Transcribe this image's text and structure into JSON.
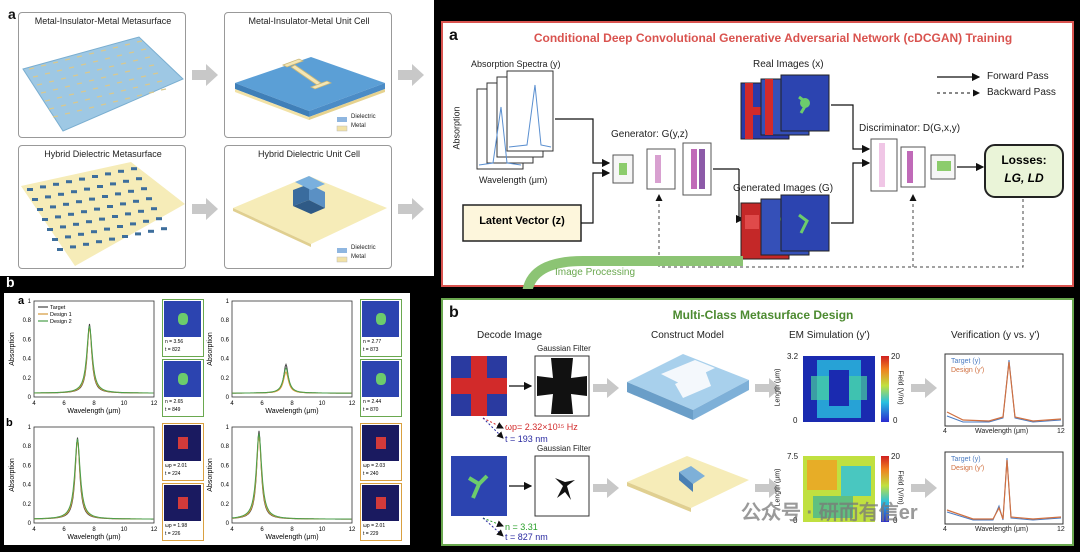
{
  "left_top": {
    "label": "a",
    "mim_surface": "Metal-Insulator-Metal Metasurface",
    "mim_cell": "Metal-Insulator-Metal Unit Cell",
    "hd_surface": "Hybrid Dielectric Metasurface",
    "hd_cell": "Hybrid Dielectric Unit Cell",
    "legend_dielectric": "Dielectric",
    "legend_metal": "Metal"
  },
  "left_bottom": {
    "label": "b",
    "sub_a": "a",
    "sub_b": "b",
    "legend": [
      "Target",
      "Design 1",
      "Design 2"
    ],
    "xlabel": "Wavelength (μm)",
    "ylabel": "Absorption",
    "xticks": [
      "4",
      "6",
      "8",
      "10",
      "12"
    ],
    "yticks": [
      "0",
      "0.2",
      "0.4",
      "0.6",
      "0.8",
      "1"
    ],
    "cards": [
      {
        "n": "n = 3.56",
        "t": "t = 822"
      },
      {
        "n": "n = 2.65",
        "t": "t = 849"
      },
      {
        "n": "n = 2.77",
        "t": "t = 873"
      },
      {
        "n": "n = 2.44",
        "t": "t = 870"
      },
      {
        "n": "ωp = 2.01",
        "t": "t = 224"
      },
      {
        "n": "ωp = 1.98",
        "t": "t = 226"
      },
      {
        "n": "ωp = 2.03",
        "t": "t = 240"
      },
      {
        "n": "ωp = 2.01",
        "t": "t = 229"
      }
    ]
  },
  "right_top": {
    "label": "a",
    "title": "Conditional Deep Convolutional Generative Adversarial Network (cDCGAN) Training",
    "spectra_label": "Absorption Spectra (y)",
    "absorption": "Absorption",
    "wavelength": "Wavelength (μm)",
    "latent": "Latent Vector (z)",
    "generator": "Generator: G(y,z)",
    "real": "Real Images (x)",
    "generated": "Generated Images (G)",
    "discriminator": "Discriminator: D(G,x,y)",
    "losses": "Losses:",
    "losses_terms": "LG, LD",
    "forward": "Forward Pass",
    "backward": "Backward Pass",
    "image_processing": "Image Processing"
  },
  "right_bottom": {
    "label": "b",
    "title": "Multi-Class Metasurface Design",
    "decode": "Decode Image",
    "construct": "Construct Model",
    "em": "EM Simulation (y')",
    "verify": "Verification (y vs. y')",
    "gaussian": "Gaussian Filter",
    "omega": "ωp= 2.32×10¹⁵ Hz",
    "t1": "t = 193 nm",
    "n2": "n = 3.31",
    "t2": "t = 827 nm",
    "length": "Length (μm)",
    "field": "Field (V/m)",
    "em1_top": "3.2",
    "em1_bot": "0",
    "em2_top": "7.5",
    "em2_bot": "0",
    "cb_top": "20",
    "cb_bot": "0",
    "legend_target": "Target (y)",
    "legend_design": "Design (y')",
    "ver_x0": "4",
    "ver_x1": "12",
    "watermark": "公众号 · 研而有信er"
  }
}
